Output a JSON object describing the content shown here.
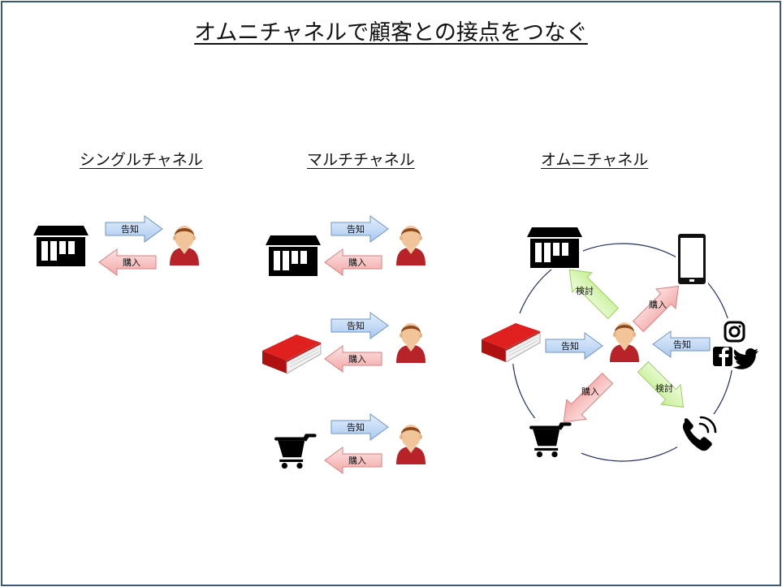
{
  "title": "オムニチャネルで顧客との接点をつなぐ",
  "sections": {
    "single": "シングルチャネル",
    "multi": "マルチチャネル",
    "omni": "オムニチャネル"
  },
  "labels": {
    "notify": "告知",
    "purchase": "購入",
    "consider": "検討"
  },
  "colors": {
    "frame": "#3b5a7a",
    "notify_arrow": "#c6dcf7",
    "purchase_arrow": "#f7c6c6",
    "consider_arrow": "#d8f5b0",
    "book": "#e0201e",
    "person_shirt": "#b8232a",
    "circle": "#1f2a6b"
  },
  "icons": [
    "store-icon",
    "book-icon",
    "cart-icon",
    "smartphone-icon",
    "instagram-icon",
    "facebook-icon",
    "twitter-icon",
    "phone-icon",
    "person-icon"
  ]
}
